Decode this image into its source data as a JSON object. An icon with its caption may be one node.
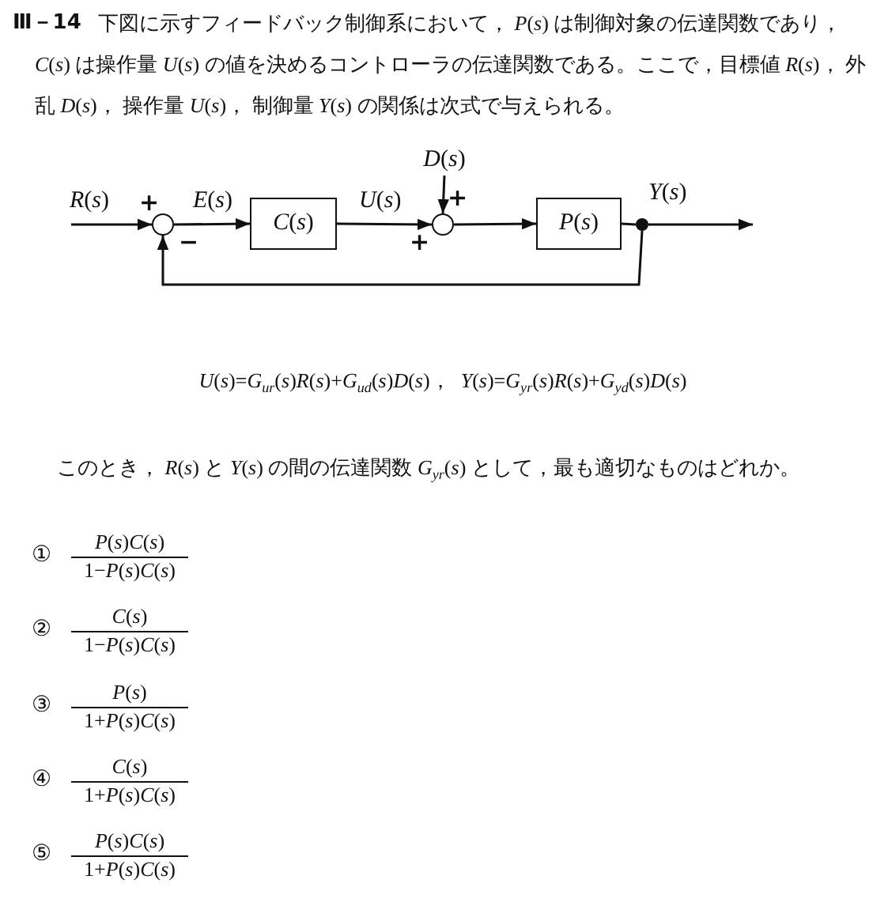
{
  "diagram": {
    "nodes": [
      {
        "text": [],
        "shape": "circle",
        "beside": [
          "+",
          "−"
        ]
      },
      {
        "text": [
          "*C*(*s*)"
        ]
      },
      {
        "text": [],
        "shape": "circle",
        "beside": [
          "+",
          "+"
        ]
      },
      {
        "text": [
          "*P*(*s*)"
        ]
      },
      {
        "text": [
          "*D*(*s*)"
        ]
      },
      {
        "text": [],
        "shape": "dot"
      }
    ],
    "edges": [
      {
        "from": null,
        "to": 0,
        "arrow": "to",
        "label": "*R*(*s*)"
      },
      {
        "from": 0,
        "to": 1,
        "arrow": "to",
        "label": "*E*(*s*)"
      },
      {
        "from": 1,
        "to": 2,
        "arrow": "to",
        "label": "*U*(*s*)"
      },
      {
        "from": 4,
        "to": 2,
        "arrow": "to"
      },
      {
        "from": 2,
        "to": 3,
        "arrow": "to"
      },
      {
        "from": 3,
        "to": 5,
        "arrow": "none"
      },
      {
        "from": 5,
        "to": null,
        "arrow": "to",
        "label": "*Y*(*s*)"
      },
      {
        "from": 5,
        "to": 0,
        "arrow": "to"
      }
    ],
    "labels": [
      "Ⅲ－14",
      "下図に示すフィードバック制御系において， *P*(*s*) は制御対象の伝達関数であり， *C*(*s*) は操作量 *U*(*s*) の値を決めるコントローラの伝達関数である。ここで，目標値 *R*(*s*)， 外乱 *D*(*s*)， 操作量 *U*(*s*)， 制御量 *Y*(*s*) の関係は次式で与えられる。",
      "*U*(*s*)=*G*$_{ur}$(*s*)*R*(*s*)+*G*$_{ud}$(*s*)*D*(*s*)，  *Y*(*s*)=*G*$_{yr}$(*s*)*R*(*s*)+*G*$_{yd}$(*s*)*D*(*s*)",
      "このとき， *R*(*s*) と *Y*(*s*) の間の伝達関数 *G*$_{yr}$(*s*) として，最も適切なものはどれか。",
      "①",
      "*P*(*s*)*C*(*s*)",
      "1−*P*(*s*)*C*(*s*)",
      "②",
      "*C*(*s*)",
      "1−*P*(*s*)*C*(*s*)",
      "③",
      "*P*(*s*)",
      "1+*P*(*s*)*C*(*s*)",
      "④",
      "*C*(*s*)",
      "1+*P*(*s*)*C*(*s*)",
      "⑤",
      "*P*(*s*)*C*(*s*)",
      "1+*P*(*s*)*C*(*s*)"
    ]
  }
}
